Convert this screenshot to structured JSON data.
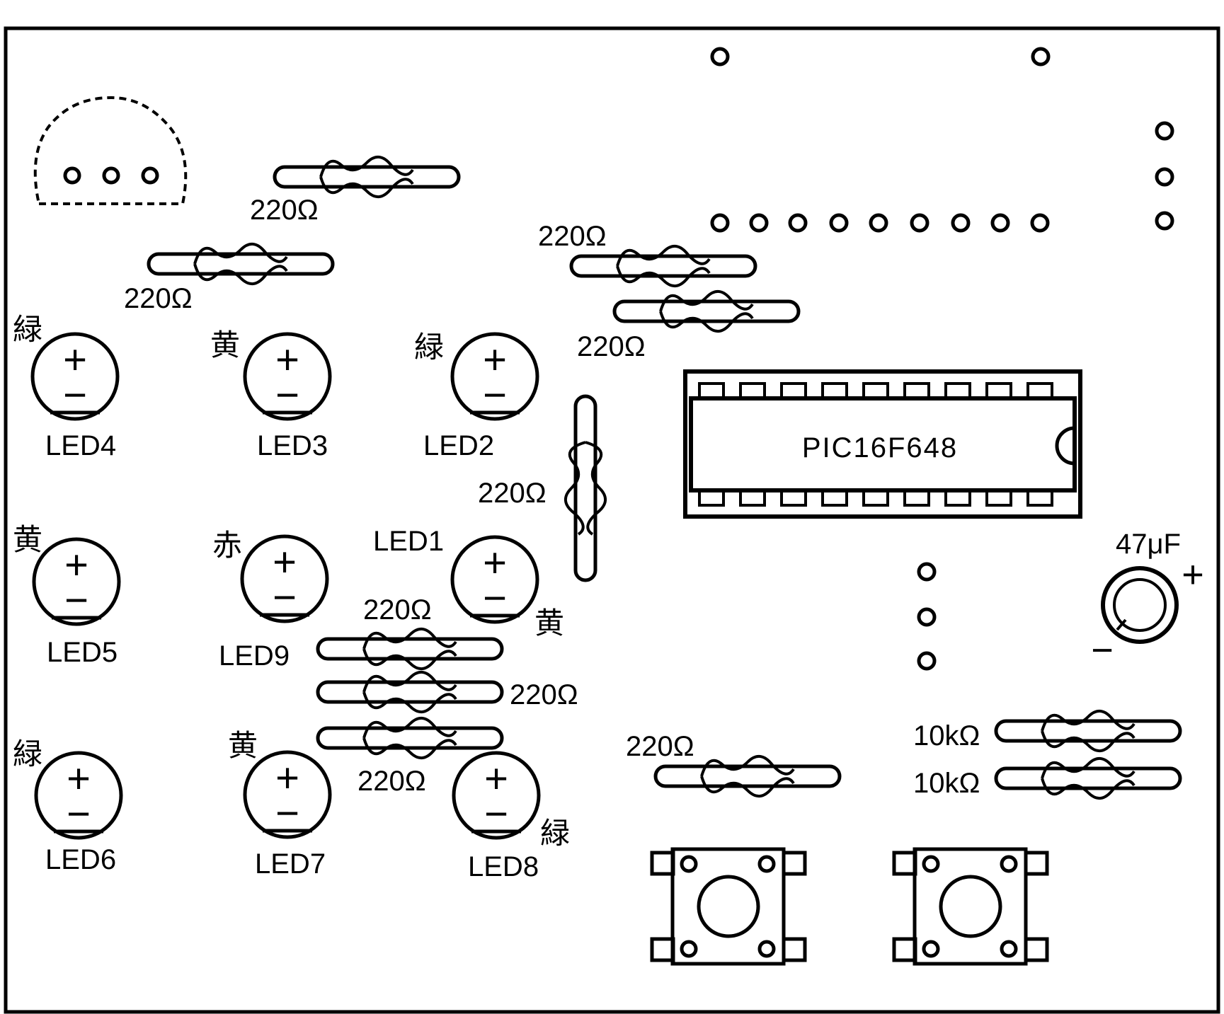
{
  "components": {
    "ic": {
      "label": "PIC16F648"
    },
    "capacitor": {
      "label": "47μF",
      "plus": "+",
      "minus": "−"
    },
    "resistor_labels": {
      "r1": "220Ω",
      "r2": "220Ω",
      "r3": "220Ω",
      "r4": "220Ω",
      "r5": "220Ω",
      "r6": "220Ω",
      "r7": "220Ω",
      "r8": "220Ω",
      "r9": "220Ω",
      "r10": "10kΩ",
      "r11": "10kΩ"
    },
    "leds": [
      {
        "label": "LED1",
        "color": "黄"
      },
      {
        "label": "LED2",
        "color": "緑"
      },
      {
        "label": "LED3",
        "color": "黄"
      },
      {
        "label": "LED4",
        "color": "緑"
      },
      {
        "label": "LED5",
        "color": "黄"
      },
      {
        "label": "LED6",
        "color": "緑"
      },
      {
        "label": "LED7",
        "color": "黄"
      },
      {
        "label": "LED8",
        "color": "緑"
      },
      {
        "label": "LED9",
        "color": "赤"
      }
    ],
    "led_symbol": {
      "plus": "+",
      "minus": "−"
    }
  }
}
